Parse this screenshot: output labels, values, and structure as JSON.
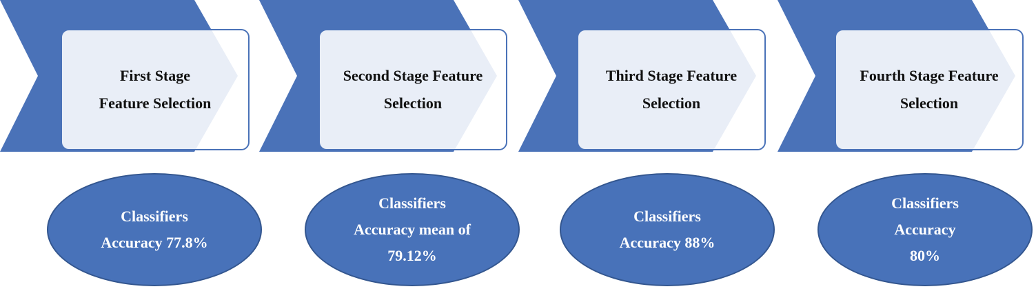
{
  "colors": {
    "chevron_fill": "#4a72b8",
    "box_border": "#4a72b8",
    "ellipse_fill": "#4872b9",
    "ellipse_text": "#ffffff",
    "box_text": "#111111"
  },
  "stages": [
    {
      "title": "First Stage\nFeature Selection",
      "accuracy": "Classifiers\nAccuracy 77.8%"
    },
    {
      "title": "Second Stage Feature\nSelection",
      "accuracy": "Classifiers\nAccuracy mean of\n79.12%"
    },
    {
      "title": "Third Stage Feature\nSelection",
      "accuracy": "Classifiers\nAccuracy 88%"
    },
    {
      "title": "Fourth Stage Feature\nSelection",
      "accuracy": "Classifiers\nAccuracy\n80%"
    }
  ]
}
